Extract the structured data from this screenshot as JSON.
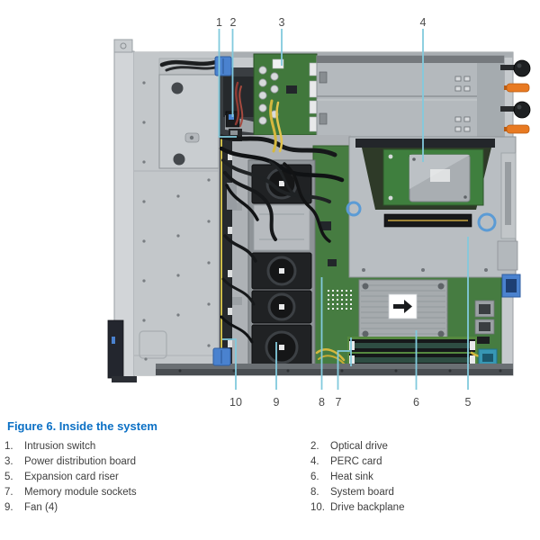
{
  "figure_caption": "Figure 6. Inside the system",
  "colors": {
    "accent_blue": "#0b70c5",
    "callout_line": "#82cadd",
    "chassis_grey": "#c6cacd",
    "pcb_green": "#467c41",
    "fan_black": "#202224",
    "release_tab_orange": "#e87a22"
  },
  "callouts": {
    "top": [
      "1",
      "2",
      "3",
      "4"
    ],
    "bottom": [
      "10",
      "9",
      "8",
      "7",
      "6",
      "5"
    ]
  },
  "legend": {
    "left": [
      {
        "num": "1.",
        "label": "Intrusion switch"
      },
      {
        "num": "3.",
        "label": "Power distribution board"
      },
      {
        "num": "5.",
        "label": "Expansion card riser"
      },
      {
        "num": "7.",
        "label": "Memory module sockets"
      },
      {
        "num": "9.",
        "label": "Fan (4)"
      }
    ],
    "right": [
      {
        "num": "2.",
        "label": "Optical drive"
      },
      {
        "num": "4.",
        "label": "PERC card"
      },
      {
        "num": "6.",
        "label": "Heat sink"
      },
      {
        "num": "8.",
        "label": "System board"
      },
      {
        "num": "10.",
        "label": "Drive backplane"
      }
    ]
  }
}
